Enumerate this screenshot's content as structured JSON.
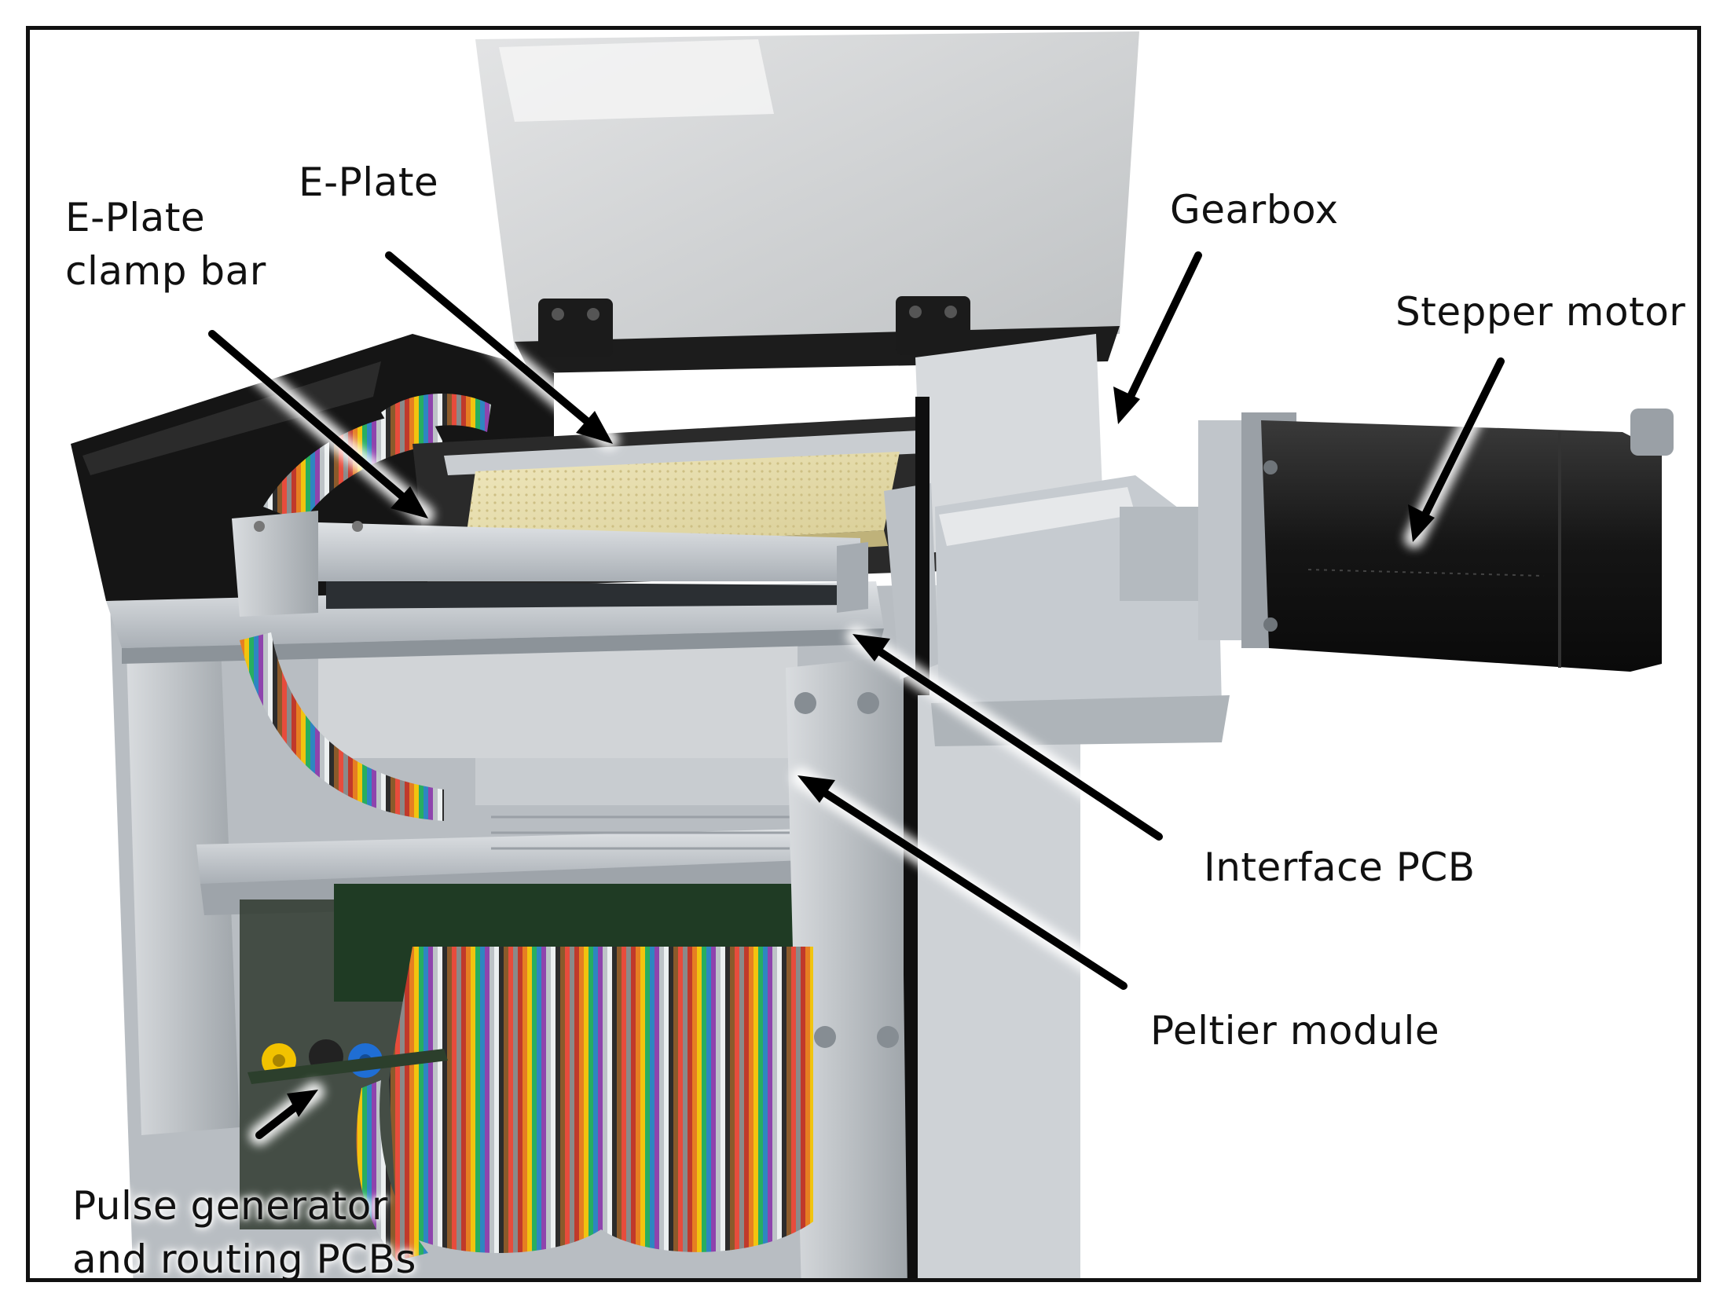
{
  "figure": {
    "kind": "annotated photograph",
    "subject": "bench-top instrument with open lid, electrode plate on a motorized stage",
    "colors": {
      "frame": "#111111",
      "background": "#ffffff",
      "arrow": "#000000",
      "arrow_halo": "#ffffff",
      "aluminum": "#c2c7cc",
      "lid": "#cfd1d3",
      "motor": "#1a1a1a",
      "plate": "#e6dcaa"
    }
  },
  "callouts": [
    {
      "id": "e-plate",
      "text": "E-Plate"
    },
    {
      "id": "clamp-bar",
      "line1": "E-Plate",
      "line2": "clamp bar"
    },
    {
      "id": "gearbox",
      "text": "Gearbox"
    },
    {
      "id": "stepper-motor",
      "text": "Stepper motor"
    },
    {
      "id": "interface-pcb",
      "text": "Interface PCB"
    },
    {
      "id": "peltier",
      "text": "Peltier module"
    },
    {
      "id": "pulse-gen",
      "line1": "Pulse generator",
      "line2": "and routing PCBs"
    }
  ]
}
